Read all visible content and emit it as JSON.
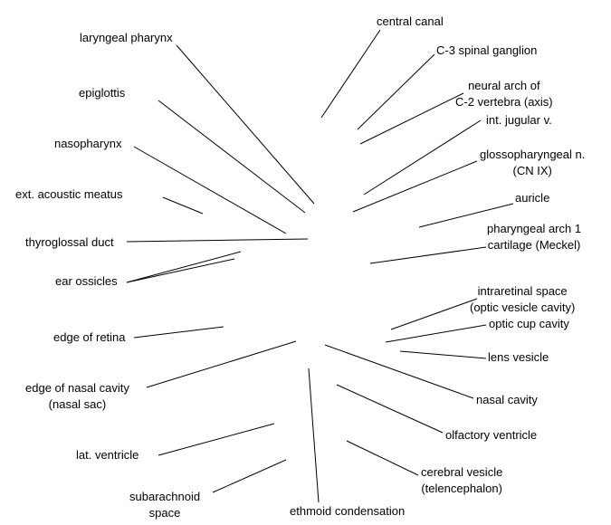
{
  "labels": {
    "laryngeal_pharynx": [
      "laryngeal pharynx"
    ],
    "epiglottis": [
      "epiglottis"
    ],
    "nasopharynx": [
      "nasopharynx"
    ],
    "ext_acoustic_meatus": [
      "ext. acoustic meatus"
    ],
    "thyroglossal_duct": [
      "thyroglossal duct"
    ],
    "ear_ossicles": [
      "ear ossicles"
    ],
    "edge_of_retina": [
      "edge of retina"
    ],
    "edge_of_nasal_cavity": [
      "edge of nasal cavity",
      "(nasal sac)"
    ],
    "lat_ventricle": [
      "lat. ventricle"
    ],
    "subarachnoid_space": [
      "subarachnoid",
      "space"
    ],
    "ethmoid_condensation": [
      "ethmoid condensation"
    ],
    "central_canal": [
      "central canal"
    ],
    "c3_spinal_ganglion": [
      "C-3 spinal ganglion"
    ],
    "neural_arch": [
      "neural arch of",
      "C-2 vertebra (axis)"
    ],
    "int_jugular_v": [
      "int. jugular v."
    ],
    "glossopharyngeal_n": [
      "glossopharyngeal n.",
      "(CN IX)"
    ],
    "auricle": [
      "auricle"
    ],
    "pharyngeal_arch": [
      "pharyngeal arch 1",
      "cartilage (Meckel)"
    ],
    "intraretinal_space": [
      "intraretinal space",
      "(optic vesicle cavity)"
    ],
    "optic_cup_cavity": [
      "optic cup cavity"
    ],
    "lens_vesicle": [
      "lens vesicle"
    ],
    "nasal_cavity": [
      "nasal cavity"
    ],
    "olfactory_ventricle": [
      "olfactory ventricle"
    ],
    "cerebral_vesicle": [
      "cerebral vesicle",
      "(telencephalon)"
    ]
  },
  "colors": {
    "text": "#000000",
    "leader_line": "#000000",
    "background": "#ffffff"
  }
}
